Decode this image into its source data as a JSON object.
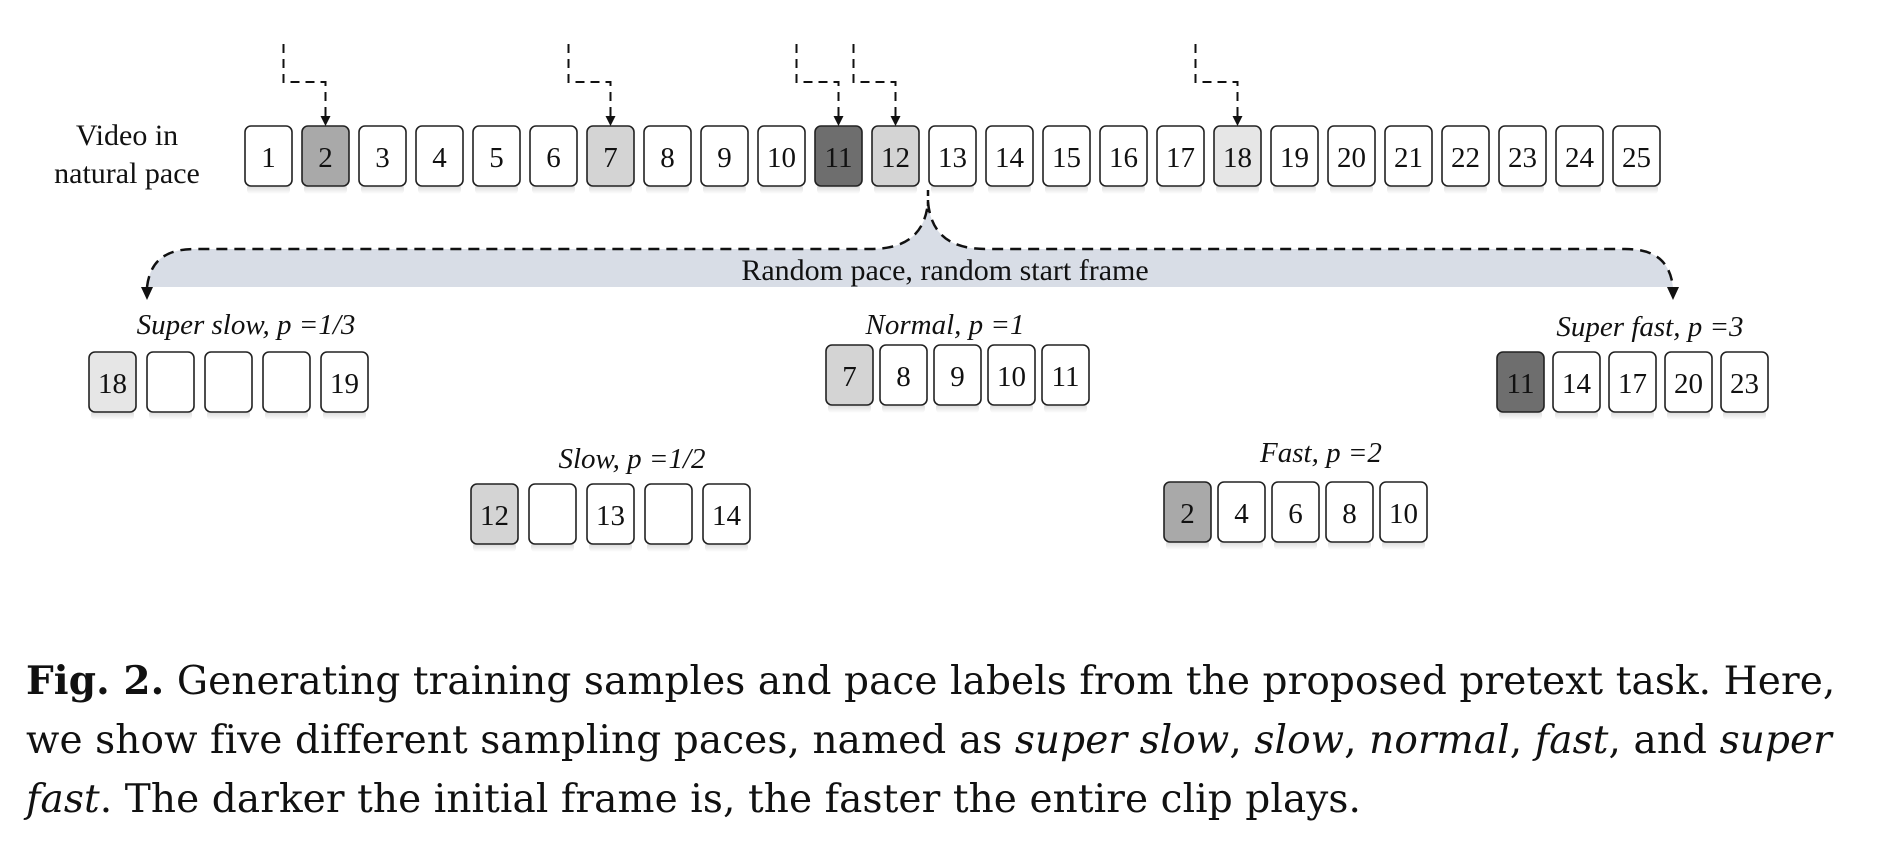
{
  "video_row": {
    "label_line1": "Video in",
    "label_line2": "natural pace",
    "frames": [
      "1",
      "2",
      "3",
      "4",
      "5",
      "6",
      "7",
      "8",
      "9",
      "10",
      "11",
      "12",
      "13",
      "14",
      "15",
      "16",
      "17",
      "18",
      "19",
      "20",
      "21",
      "22",
      "23",
      "24",
      "25"
    ],
    "highlighted": {
      "2": "#a9a9a9",
      "7": "#d4d4d4",
      "11": "#6e6e6e",
      "12": "#d4d4d4",
      "18": "#e6e6e6"
    },
    "arrow_targets": [
      "2",
      "7",
      "11",
      "12",
      "18"
    ]
  },
  "banner_label": "Random pace, random start frame",
  "colors": {
    "banner_fill": "#d8dde6",
    "frame_border": "#222222",
    "white": "#ffffff"
  },
  "groups": [
    {
      "id": "super-slow",
      "title": "Super slow, p =1/3",
      "frames": [
        "18",
        "",
        "",
        "",
        "19"
      ],
      "first_fill": "#e6e6e6"
    },
    {
      "id": "normal",
      "title": "Normal, p =1",
      "frames": [
        "7",
        "8",
        "9",
        "10",
        "11"
      ],
      "first_fill": "#d4d4d4"
    },
    {
      "id": "super-fast",
      "title": "Super fast, p =3",
      "frames": [
        "11",
        "14",
        "17",
        "20",
        "23"
      ],
      "first_fill": "#6e6e6e"
    },
    {
      "id": "slow",
      "title": "Slow, p =1/2",
      "frames": [
        "12",
        "",
        "13",
        "",
        "14"
      ],
      "first_fill": "#d4d4d4"
    },
    {
      "id": "fast",
      "title": "Fast, p =2",
      "frames": [
        "2",
        "4",
        "6",
        "8",
        "10"
      ],
      "first_fill": "#a9a9a9"
    }
  ],
  "caption": {
    "label": "Fig. 2.",
    "p1": " Generating training samples and pace labels from the proposed pretext task. Here, we show five different sampling paces, named as ",
    "e1": "super slow",
    "s1": ", ",
    "e2": "slow",
    "s2": ", ",
    "e3": "normal",
    "s3": ", ",
    "e4": "fast",
    "s4": ", and ",
    "e5": "super fast",
    "p2": ". The darker the initial frame is, the faster the entire clip plays."
  }
}
